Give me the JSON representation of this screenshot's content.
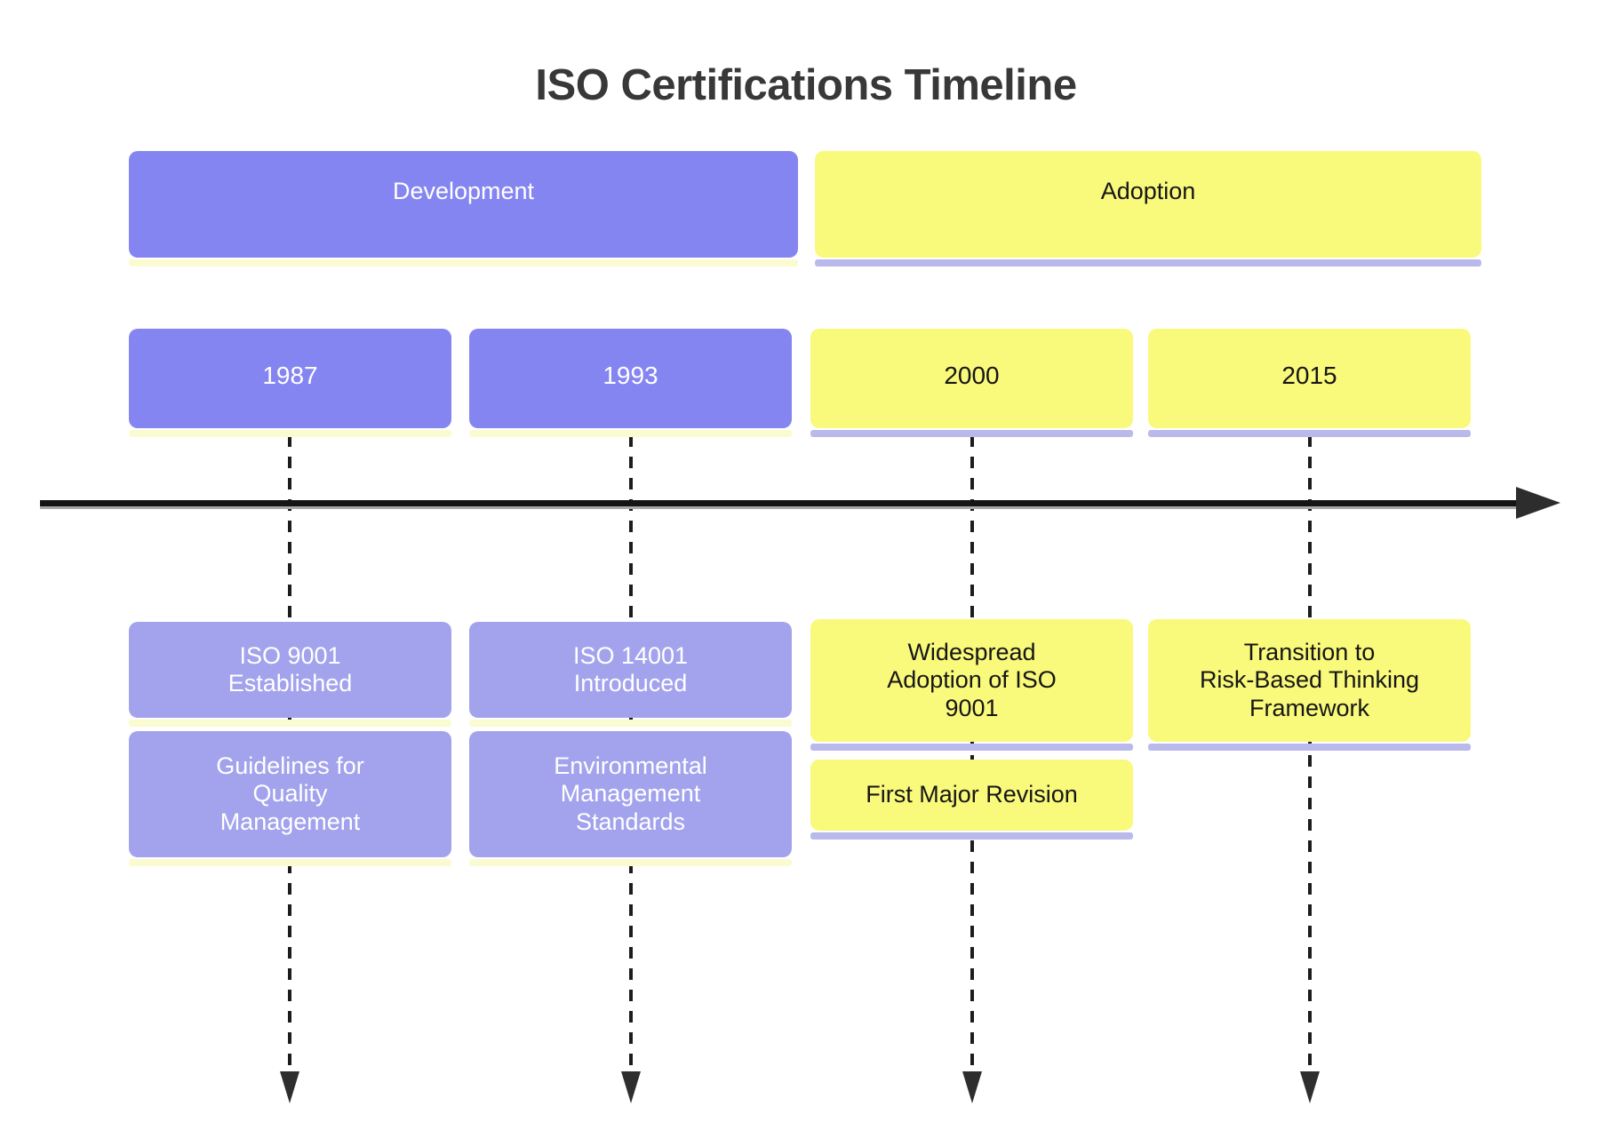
{
  "title": "ISO Certifications Timeline",
  "timeline": {
    "phases": [
      {
        "label": "Development",
        "color": "#8585f2",
        "text_color": "#ffffff",
        "accent_strip_color": "#fbfbd2"
      },
      {
        "label": "Adoption",
        "color": "#f9f97b",
        "text_color": "#161616",
        "accent_strip_color": "#b9b9ec"
      }
    ],
    "milestones": [
      {
        "year": "1987",
        "phase": "Development",
        "events": [
          "ISO 9001\nEstablished",
          "Guidelines for\nQuality\nManagement"
        ]
      },
      {
        "year": "1993",
        "phase": "Development",
        "events": [
          "ISO 14001\nIntroduced",
          "Environmental\nManagement\nStandards"
        ]
      },
      {
        "year": "2000",
        "phase": "Adoption",
        "events": [
          "Widespread\nAdoption of ISO\n9001",
          "First Major Revision"
        ]
      },
      {
        "year": "2015",
        "phase": "Adoption",
        "events": [
          "Transition to\nRisk-Based Thinking\nFramework"
        ]
      }
    ],
    "axis": {
      "direction": "left-to-right",
      "line_color": "#151515",
      "connector_style": "dashed"
    }
  },
  "colors": {
    "background": "#ffffff",
    "title_text": "#383838",
    "development_box": "#8585f2",
    "development_event_box": "#a3a3ed",
    "adoption_box": "#f9f97b",
    "pale_yellow_strip": "#fbfbd2",
    "pale_purple_strip": "#b9b9ec"
  }
}
